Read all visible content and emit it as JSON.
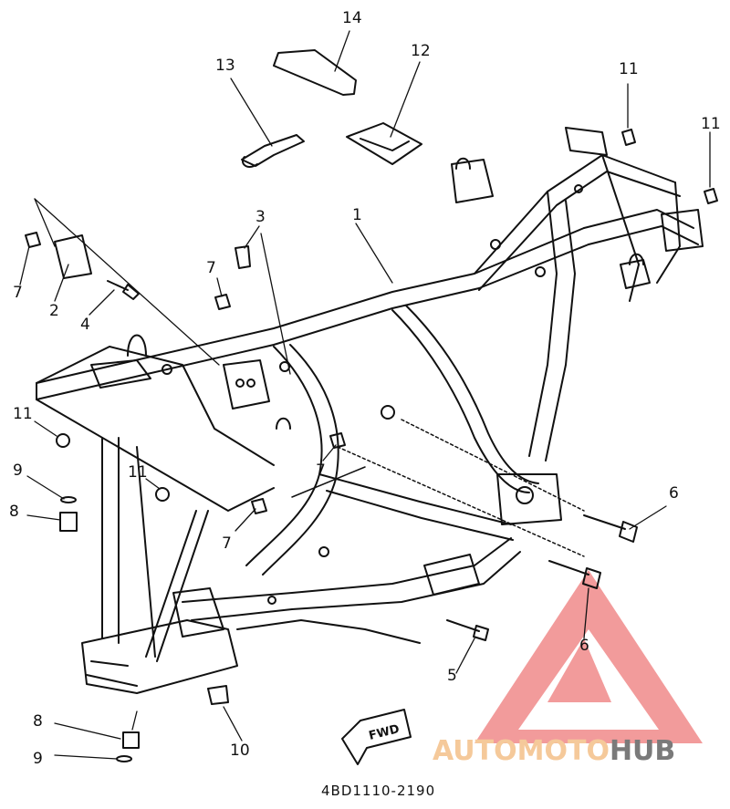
{
  "callouts": {
    "c1": "1",
    "c2": "2",
    "c3": "3",
    "c4": "4",
    "c5": "5",
    "c6a": "6",
    "c6b": "6",
    "c7a": "7",
    "c7b": "7",
    "c7c": "7",
    "c7d": "7",
    "c8a": "8",
    "c8b": "8",
    "c9a": "9",
    "c9b": "9",
    "c10": "10",
    "c11a": "11",
    "c11b": "11",
    "c11c": "11",
    "c11d": "11",
    "c12": "12",
    "c13": "13",
    "c14": "14"
  },
  "fwd_label": "FWD",
  "figure_code": "4BD1110-2190",
  "watermark": {
    "part_a": "AUTOMOTO",
    "part_b": "HUB",
    "color_a": "#f5c99a",
    "color_b": "#7a7a7a",
    "logo_color": "#f08a8a"
  }
}
